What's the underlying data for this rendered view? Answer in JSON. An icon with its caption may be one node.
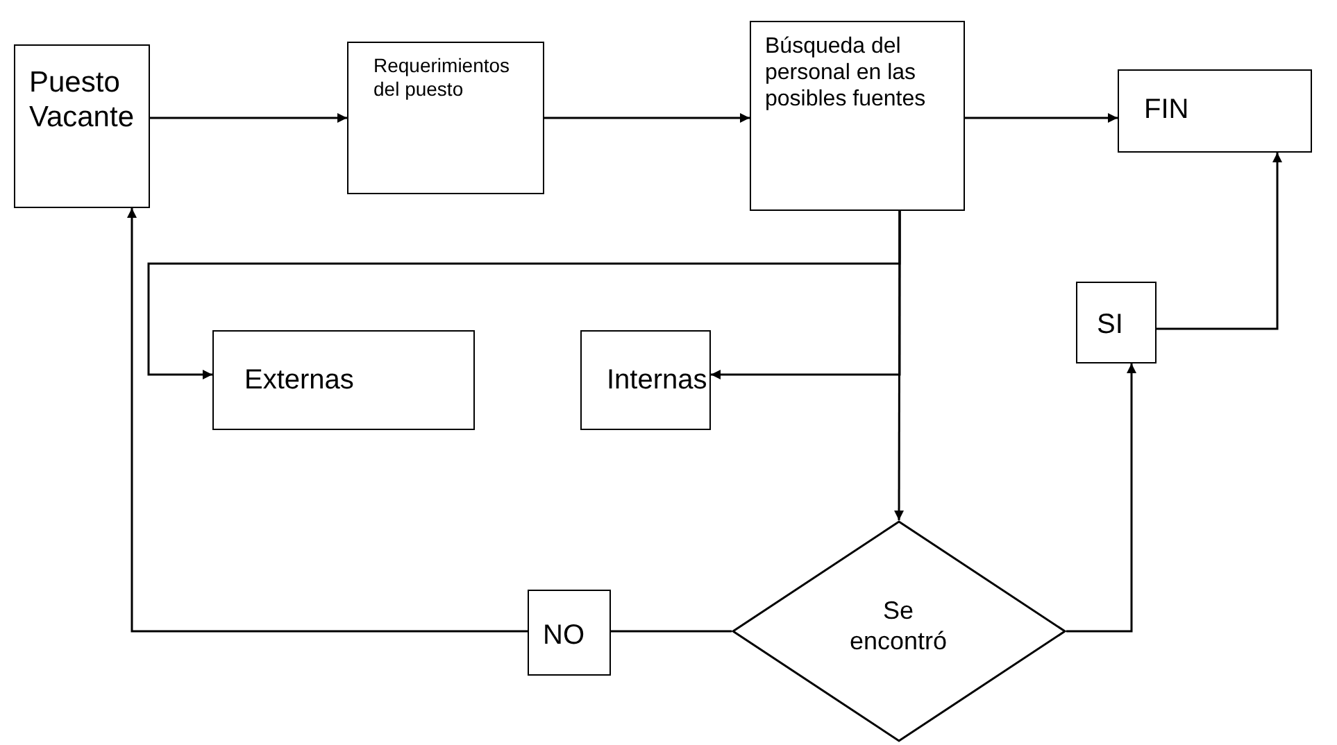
{
  "diagram": {
    "nodes": [
      {
        "text": [
          "Puesto Vacante"
        ]
      },
      {
        "text": [
          "Requerimientos del puesto"
        ]
      },
      {
        "text": [
          "Búsqueda del personal en las posibles fuentes"
        ]
      },
      {
        "text": [
          "FIN"
        ]
      },
      {
        "text": [
          "Externas"
        ]
      },
      {
        "text": [
          "Internas"
        ]
      },
      {
        "text": [
          "SI"
        ]
      },
      {
        "text": [
          "Se encontró"
        ]
      },
      {
        "text": [
          "NO"
        ]
      }
    ],
    "edges": [
      {
        "from": 0,
        "to": 1,
        "arrow": "to"
      },
      {
        "from": 1,
        "to": 2,
        "arrow": "to"
      },
      {
        "from": 2,
        "to": 3,
        "arrow": "to"
      },
      {
        "from": 2,
        "to": 4,
        "arrow": "to"
      },
      {
        "from": 2,
        "to": 5,
        "arrow": "to"
      },
      {
        "from": 2,
        "to": 7,
        "arrow": "to"
      },
      {
        "from": 7,
        "to": 8,
        "arrow": "none"
      },
      {
        "from": 8,
        "to": 0,
        "arrow": "to"
      },
      {
        "from": 7,
        "to": 6,
        "arrow": "to"
      },
      {
        "from": 6,
        "to": 3,
        "arrow": "to"
      }
    ]
  }
}
